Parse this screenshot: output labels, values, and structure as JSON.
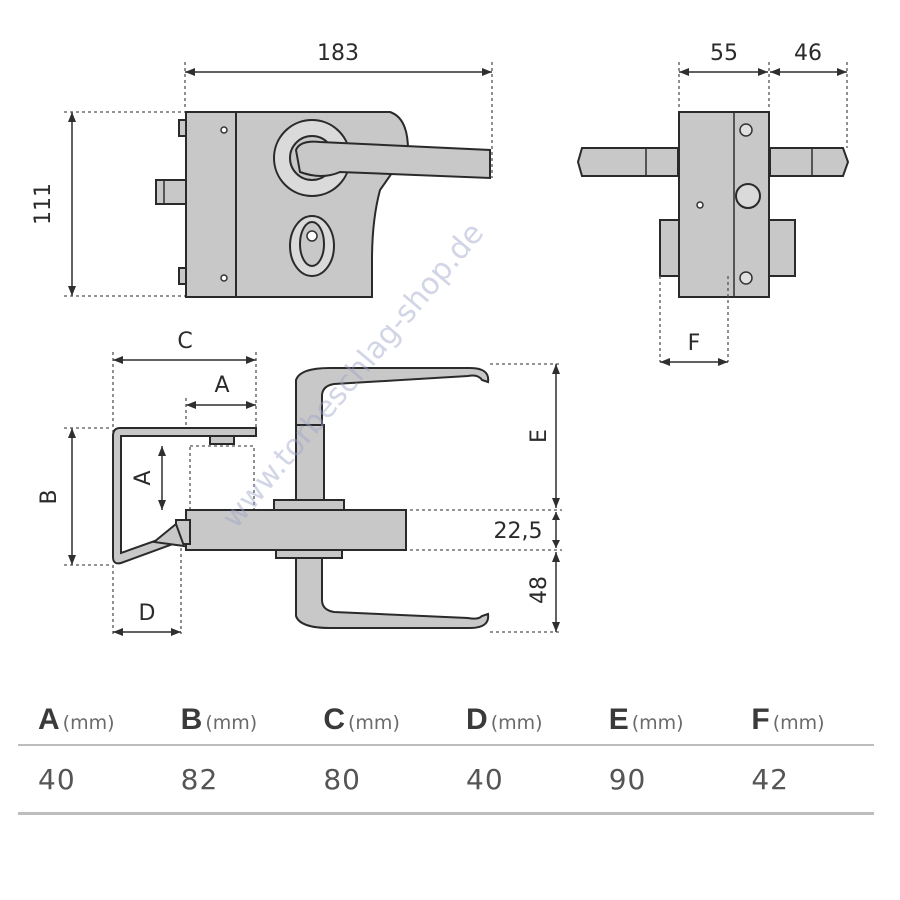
{
  "dimensions_top": {
    "width_183": "183",
    "height_111": "111",
    "depth_55": "55",
    "depth_46": "46"
  },
  "letter_labels": {
    "a": "A",
    "b": "B",
    "c": "C",
    "d": "D",
    "e": "E",
    "f": "F"
  },
  "side_dimensions": {
    "offset_22_5": "22,5",
    "handle_48": "48"
  },
  "watermark": "www.torbeschlag-shop.de",
  "table": {
    "headers": [
      {
        "letter": "A",
        "unit": "(mm)"
      },
      {
        "letter": "B",
        "unit": "(mm)"
      },
      {
        "letter": "C",
        "unit": "(mm)"
      },
      {
        "letter": "D",
        "unit": "(mm)"
      },
      {
        "letter": "E",
        "unit": "(mm)"
      },
      {
        "letter": "F",
        "unit": "(mm)"
      }
    ],
    "values": [
      "40",
      "82",
      "80",
      "40",
      "90",
      "42"
    ]
  }
}
